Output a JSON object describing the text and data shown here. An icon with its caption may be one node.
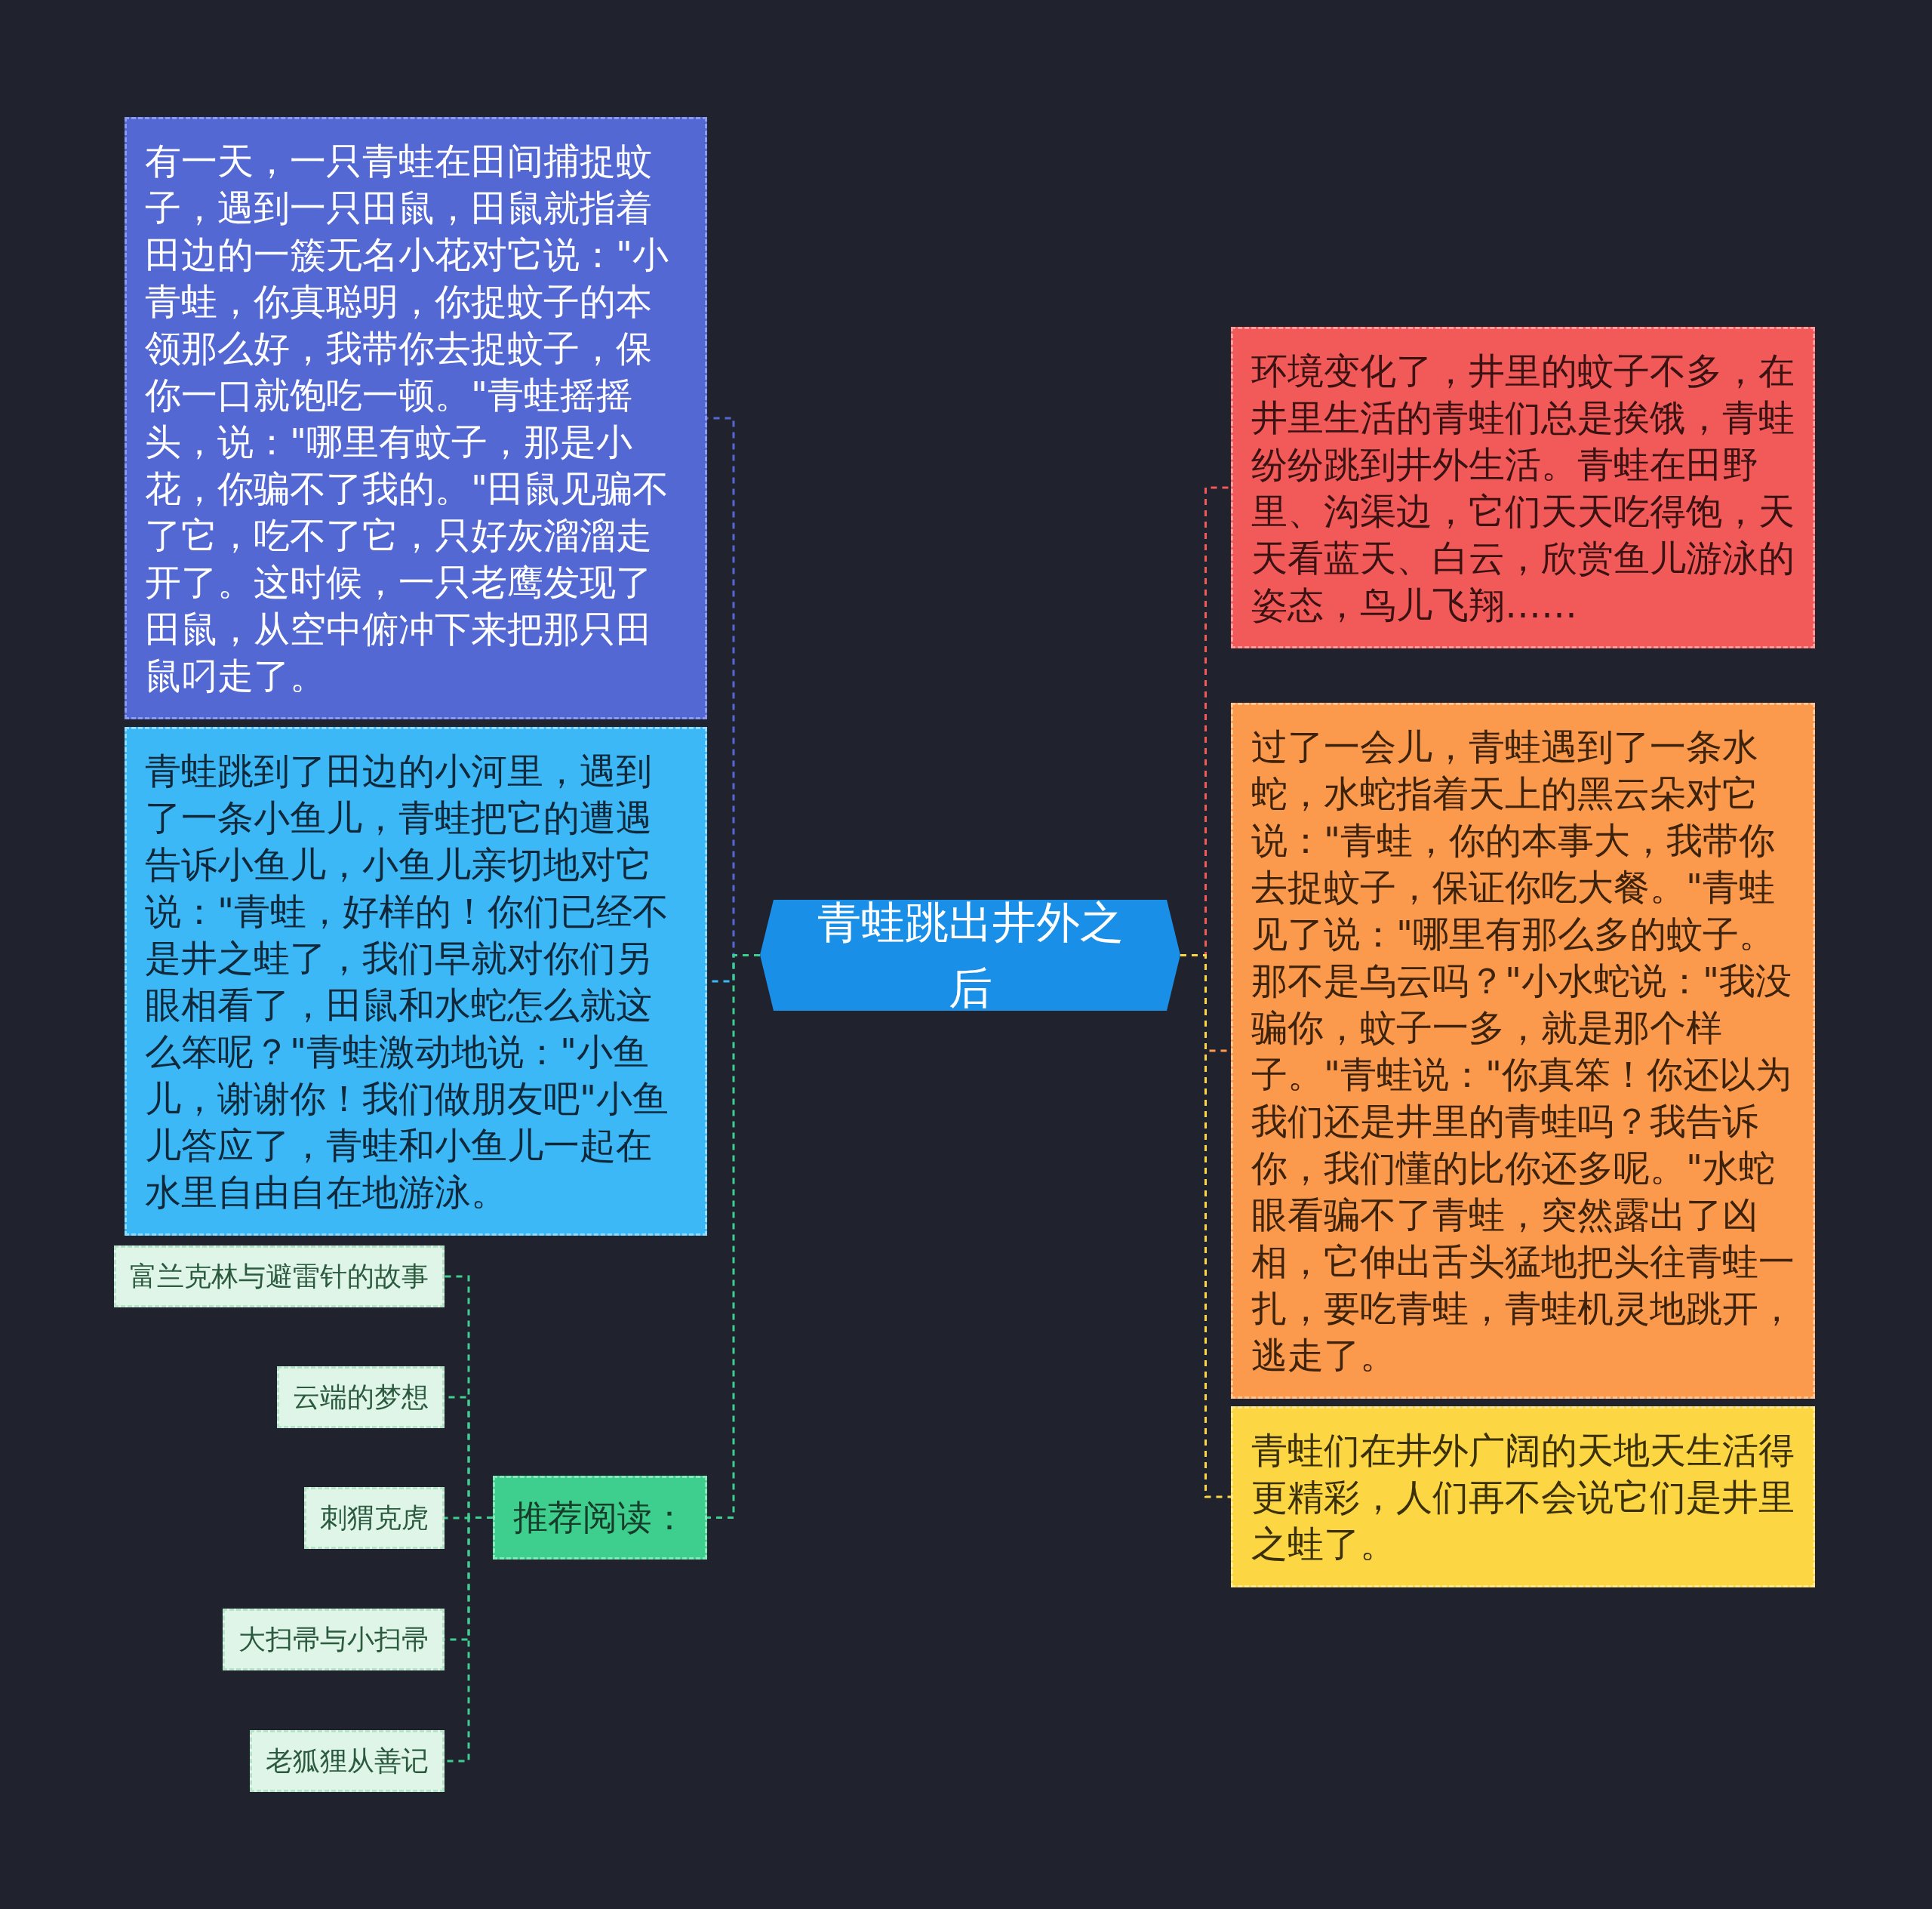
{
  "diagram": {
    "nodes": [
      {
        "text": [
          "青蛙跳出井外之后"
        ]
      },
      {
        "text": [
          "有一天，一只青蛙在田间捕捉蚊子，遇到一只田鼠，田鼠就指着田边的一簇无名小花对它说：\"小青蛙，你真聪明，你捉蚊子的本领那么好，我带你去捉蚊子，保你一口就饱吃一顿。\"青蛙摇摇头，说：\"哪里有蚊子，那是小花，你骗不了我的。\"田鼠见骗不了它，吃不了它，只好灰溜溜走开了。这时候，一只老鹰发现了田鼠，从空中俯冲下来把那只田鼠叼走了。"
        ]
      },
      {
        "text": [
          "青蛙跳到了田边的小河里，遇到了一条小鱼儿，青蛙把它的遭遇告诉小鱼儿，小鱼儿亲切地对它说：\"青蛙，好样的！你们已经不是井之蛙了，我们早就对你们另眼相看了，田鼠和水蛇怎么就这么笨呢？\"青蛙激动地说：\"小鱼儿，谢谢你！我们做朋友吧\"小鱼儿答应了，青蛙和小鱼儿一起在水里自由自在地游泳。"
        ]
      },
      {
        "text": [
          "推荐阅读："
        ]
      },
      {
        "text": [
          "富兰克林与避雷针的故事"
        ]
      },
      {
        "text": [
          "云端的梦想"
        ]
      },
      {
        "text": [
          "刺猬克虎"
        ]
      },
      {
        "text": [
          "大扫帚与小扫帚"
        ]
      },
      {
        "text": [
          "老狐狸从善记"
        ]
      },
      {
        "text": [
          "环境变化了，井里的蚊子不多，在井里生活的青蛙们总是挨饿，青蛙纷纷跳到井外生活。青蛙在田野里、沟渠边，它们天天吃得饱，天天看蓝天、白云，欣赏鱼儿游泳的姿态，鸟儿飞翔……"
        ]
      },
      {
        "text": [
          "过了一会儿，青蛙遇到了一条水蛇，水蛇指着天上的黑云朵对它说：\"青蛙，你的本事大，我带你去捉蚊子，保证你吃大餐。\"青蛙见了说：\"哪里有那么多的蚊子。那不是乌云吗？\"小水蛇说：\"我没骗你，蚊子一多，就是那个样子。\"青蛙说：\"你真笨！你还以为我们还是井里的青蛙吗？我告诉你，我们懂的比你还多呢。\"水蛇眼看骗不了青蛙，突然露出了凶相，它伸出舌头猛地把头往青蛙一扎，要吃青蛙，青蛙机灵地跳开，逃走了。"
        ]
      },
      {
        "text": [
          "青蛙们在井外广阔的天地天生活得更精彩，人们再不会说它们是井里之蛙了。"
        ]
      }
    ],
    "edges": [
      {
        "from": 0,
        "to": 1,
        "arrow": "none",
        "color": "#5468d4"
      },
      {
        "from": 0,
        "to": 2,
        "arrow": "none",
        "color": "#3bb8f5"
      },
      {
        "from": 0,
        "to": 3,
        "arrow": "none"
      },
      {
        "from": 3,
        "to": 4,
        "arrow": "none"
      },
      {
        "from": 3,
        "to": 5,
        "arrow": "none"
      },
      {
        "from": 3,
        "to": 6,
        "arrow": "none"
      },
      {
        "from": 3,
        "to": 7,
        "arrow": "none"
      },
      {
        "from": 3,
        "to": 8,
        "arrow": "none"
      },
      {
        "from": 0,
        "to": 9,
        "arrow": "none",
        "color": "#f25a5a"
      },
      {
        "from": 0,
        "to": 10,
        "arrow": "none",
        "color": "#fb9a4d"
      },
      {
        "from": 0,
        "to": 11,
        "arrow": "none",
        "color": "#fdd643"
      }
    ]
  }
}
